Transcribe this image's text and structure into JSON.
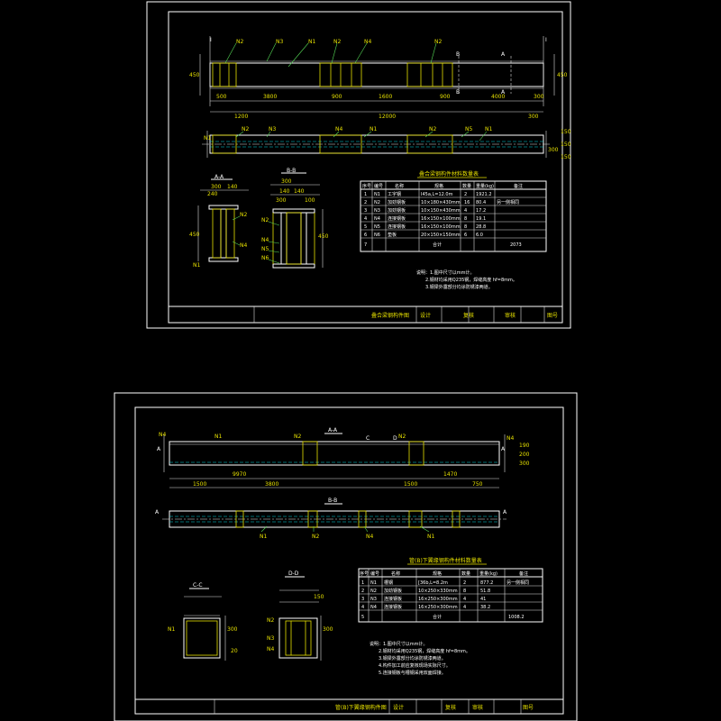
{
  "sheet1": {
    "section_a_title": "A-A",
    "section_b_title": "B-B",
    "table_title": "叠合梁钢构件材料数量表",
    "table_headers": [
      "序号",
      "编号",
      "名称",
      "规格",
      "数量",
      "重量(kg)",
      "备注"
    ],
    "table_rows": [
      [
        "1",
        "N1",
        "工字钢",
        "I45a,L=12.0m",
        "2",
        "1921.2",
        ""
      ],
      [
        "2",
        "N2",
        "加劲钢板",
        "10×180×430mm",
        "16",
        "80.4",
        "另一侧相同"
      ],
      [
        "3",
        "N3",
        "加劲钢板",
        "10×150×430mm",
        "4",
        "17.2",
        ""
      ],
      [
        "4",
        "N4",
        "连接钢板",
        "16×150×100mm",
        "8",
        "19.1",
        ""
      ],
      [
        "5",
        "N5",
        "连接钢板",
        "16×150×100mm",
        "8",
        "28.8",
        ""
      ],
      [
        "6",
        "N6",
        "垫板",
        "20×150×150mm",
        "6",
        "6.0",
        ""
      ],
      [
        "7",
        "",
        "合计",
        "",
        "",
        "2073",
        ""
      ]
    ],
    "notes": [
      "说明：1.图中尺寸以mm计。",
      "2.钢材均采用Q235钢，焊缝高度 hf=8mm。",
      "3.钢梁外露部分均涂防锈漆两道。"
    ],
    "title_block": [
      "叠合梁钢构件图",
      "设计",
      "复核",
      "审核",
      "图号"
    ],
    "dims_top": [
      "500",
      "3800",
      "900",
      "1600",
      "900",
      "4000",
      "300"
    ],
    "dims_total": [
      "1200",
      "12000",
      "300"
    ],
    "cut_labels": [
      "A",
      "B",
      "I"
    ]
  },
  "sheet2": {
    "section_a_title": "A-A",
    "section_b_title": "B-B",
    "section_c_title": "C-C",
    "section_d_title": "D-D",
    "table_title": "管(B)下翼缘钢构件材料数量表",
    "table_headers": [
      "序号",
      "编号",
      "名称",
      "规格",
      "数量",
      "重量(kg)",
      "备注"
    ],
    "table_rows": [
      [
        "1",
        "N1",
        "槽钢",
        "[36b,L=8.2m",
        "2",
        "877.2",
        "另一侧相同"
      ],
      [
        "2",
        "N2",
        "加劲钢板",
        "10×250×330mm",
        "8",
        "51.8",
        ""
      ],
      [
        "3",
        "N3",
        "连接钢板",
        "16×250×300mm",
        "4",
        "41",
        ""
      ],
      [
        "4",
        "N4",
        "连接钢板",
        "16×250×300mm",
        "4",
        "38.2",
        ""
      ],
      [
        "5",
        "",
        "合计",
        "",
        "",
        "1008.2",
        ""
      ]
    ],
    "notes": [
      "说明：1.图中尺寸以mm计。",
      "2.钢材均采用Q235钢，焊缝高度 hf=8mm。",
      "3.钢梁外露部分均涂防锈漆两道。",
      "4.构件加工前应复核现场实际尺寸。",
      "5.连接钢板与槽钢采用双面焊接。"
    ],
    "title_block": [
      "管(B)下翼缘钢构件图",
      "设计",
      "复核",
      "审核",
      "图号"
    ],
    "dims": [
      "1500",
      "3800",
      "1500",
      "750"
    ],
    "cut_labels": [
      "A",
      "C",
      "D"
    ]
  }
}
